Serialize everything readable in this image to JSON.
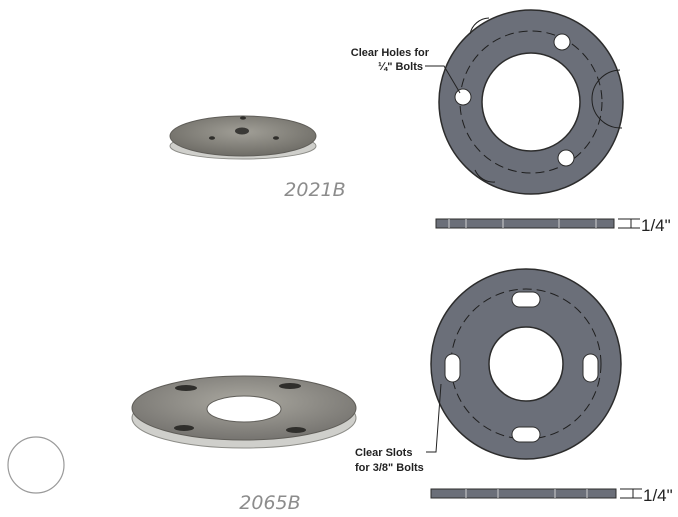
{
  "parts": [
    {
      "id": "2021B",
      "part_number": "2021B",
      "callout_line1": "Clear Holes for",
      "callout_line2": "¼\" Bolts",
      "thickness": "1/4\""
    },
    {
      "id": "2065B",
      "part_number": "2065B",
      "callout_line1": "Clear Slots",
      "callout_line2": "for 3/8\" Bolts",
      "thickness": "1/4\""
    }
  ],
  "colors": {
    "plate_fill": "#6b6f79",
    "plate_stroke": "#2c2c2c",
    "photo_metal": "#8a8880",
    "photo_edge": "#c8c8c4"
  }
}
